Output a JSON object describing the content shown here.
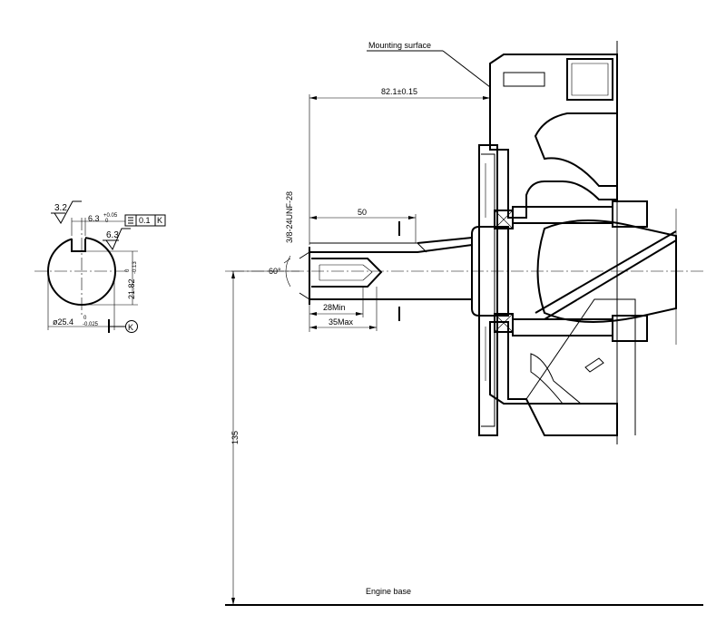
{
  "drawing": {
    "mounting_surface_label": "Mounting surface",
    "engine_base_label": "Engine base",
    "dims": {
      "length_82": "82.1±0.15",
      "thread": "3/8-24UNF-28",
      "length_50": "50",
      "angle_60": "60°",
      "min_28": "28Min",
      "max_35": "35Max",
      "height_135": "135"
    },
    "section": {
      "roughness_1": "3.2",
      "roughness_2": "6.3",
      "key_width": "6.3",
      "key_width_tol_upper": "+0.05",
      "key_width_tol_lower": "0",
      "symmetry_tolerance": "0.1",
      "datum_k": "K",
      "key_depth": "21.82",
      "key_depth_tol_upper": "0",
      "key_depth_tol_lower": "-0.13",
      "diameter": "ø25.4",
      "diameter_tol_upper": "0",
      "diameter_tol_lower": "-0.025"
    }
  },
  "colors": {
    "line": "#000000",
    "background": "#ffffff"
  }
}
